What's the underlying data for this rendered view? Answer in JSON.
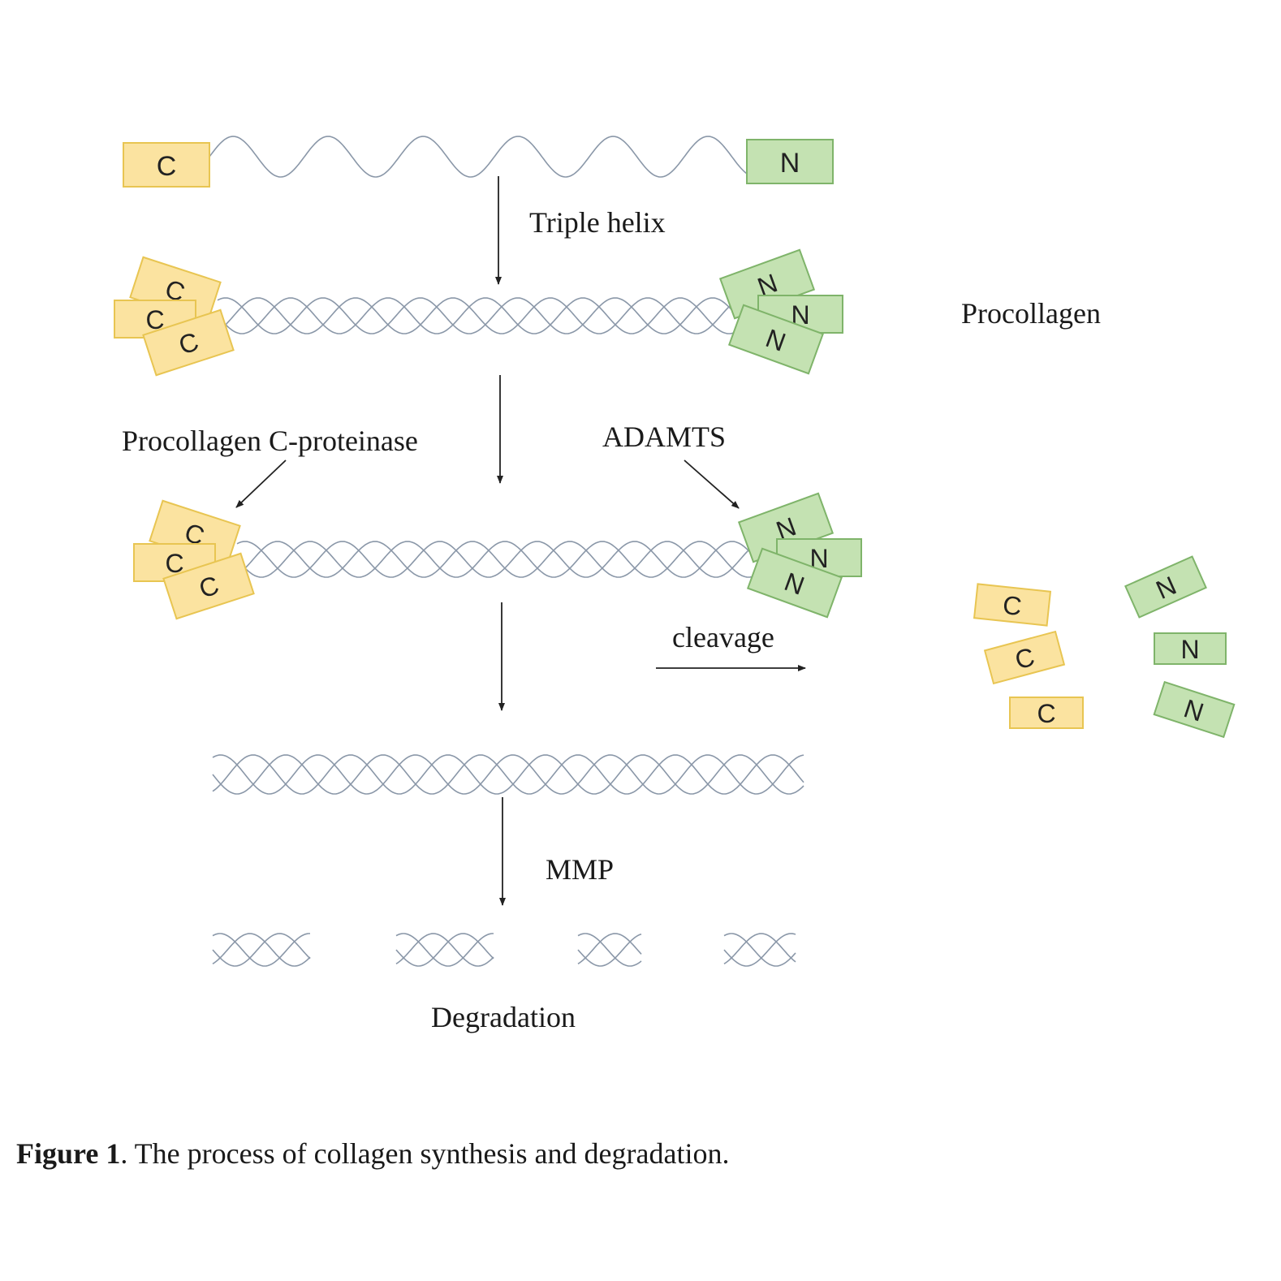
{
  "labels": {
    "triple_helix": "Triple helix",
    "procollagen": "Procollagen",
    "c_proteinase": "Procollagen C-proteinase",
    "adamts": "ADAMTS",
    "cleavage": "cleavage",
    "mmp": "MMP",
    "degradation": "Degradation"
  },
  "terminals": {
    "c": "C",
    "n": "N"
  },
  "caption": {
    "bold": "Figure 1",
    "text": ". The process of collagen synthesis and degradation."
  },
  "colors": {
    "c_fill": "#fbe3a0",
    "c_stroke": "#e8c552",
    "n_fill": "#c4e2b2",
    "n_stroke": "#7fb46a",
    "strand": "#8a97a8"
  }
}
